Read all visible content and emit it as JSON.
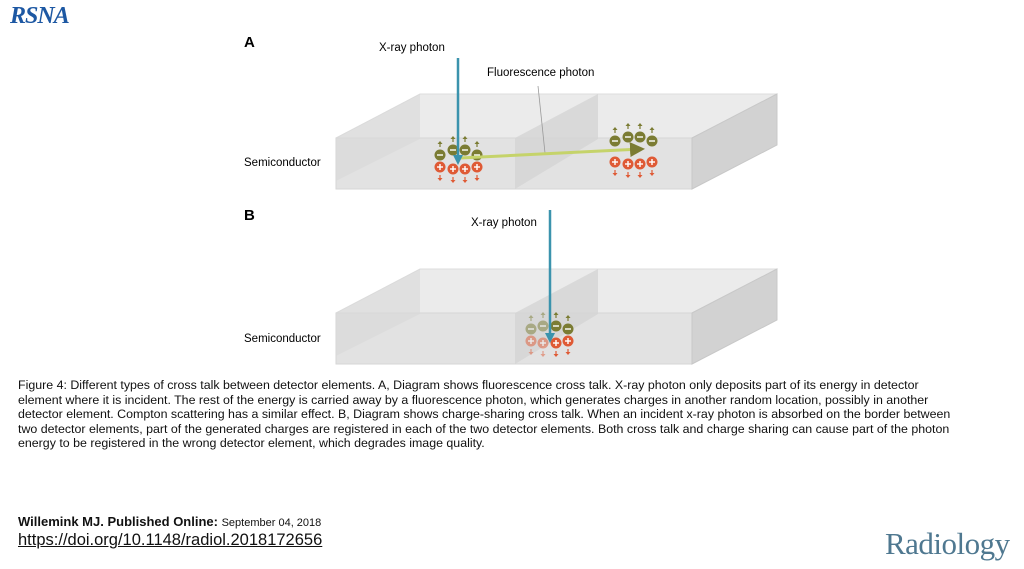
{
  "header": {
    "logo": "RSNA"
  },
  "figure": {
    "panel_a": {
      "letter": "A",
      "xray_label": "X-ray photon",
      "fluorescence_label": "Fluorescence photon",
      "semiconductor_label": "Semiconductor"
    },
    "panel_b": {
      "letter": "B",
      "xray_label": "X-ray photon",
      "semiconductor_label": "Semiconductor"
    },
    "colors": {
      "xray": "#3b93ad",
      "fluorescence": "#c5d36a",
      "negative": "#7b7c33",
      "positive": "#df5a35",
      "box": "#e4e4e4"
    }
  },
  "caption": {
    "lines": [
      "Figure 4: Different types of cross talk between detector elements. A, Diagram shows fluorescence cross talk. X-ray photon only deposits part of its energy in detector",
      "element where it is incident. The rest of the energy is carried away by a fluorescence photon, which generates charges in another random location, possibly in another",
      "detector element. Compton scattering has a similar effect. B, Diagram shows charge-sharing cross talk. When an incident x-ray photon is absorbed on the border between",
      "two detector elements, part of the generated charges are registered in each of the two detector elements. Both cross talk and charge sharing can cause part of the photon",
      "energy to be registered in the wrong detector element, which degrades image quality."
    ]
  },
  "footer": {
    "citation": "Willemink MJ. Published Online:",
    "date": "September 04, 2018",
    "doi": "https://doi.org/10.1148/radiol.2018172656",
    "journal_logo": "Radiology"
  }
}
